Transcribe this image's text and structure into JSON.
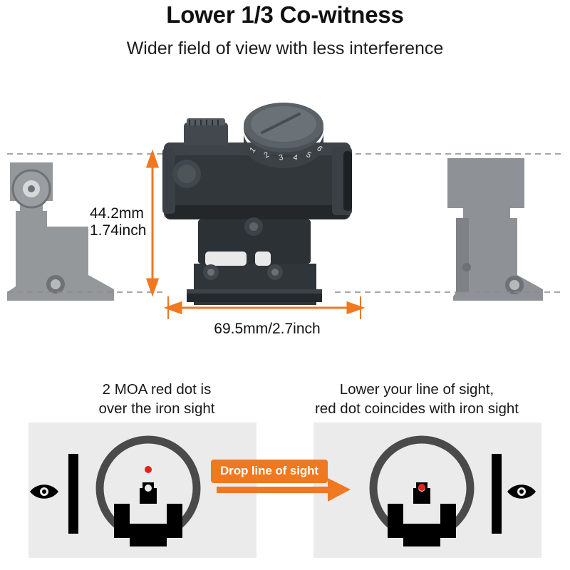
{
  "header": {
    "title": "Lower 1/3 Co-witness",
    "subtitle": "Wider field of view with less interference"
  },
  "top_diagram": {
    "height_mm_label": "44.2mm",
    "height_inch_label": "1.74inch",
    "width_label": "69.5mm/2.7inch",
    "accent_color": "#f07820",
    "guide_color": "#8a8a8a",
    "sight_body_color": "#2b2f33",
    "ghost_mount_color": "#8e9296"
  },
  "bottom_section": {
    "caption_left": "2 MOA red dot is\nover the iron sight",
    "caption_right": "Lower your line of sight,\nred dot coincides with iron sight",
    "badge_label": "Drop line of sight",
    "badge_color": "#f07820",
    "panel_bg_color": "#ebebeb",
    "ring_color": "#4a4a4a",
    "iron_sight_color": "#000000",
    "red_dot_color": "#e2231a",
    "eye_icon_color": "#000000"
  }
}
